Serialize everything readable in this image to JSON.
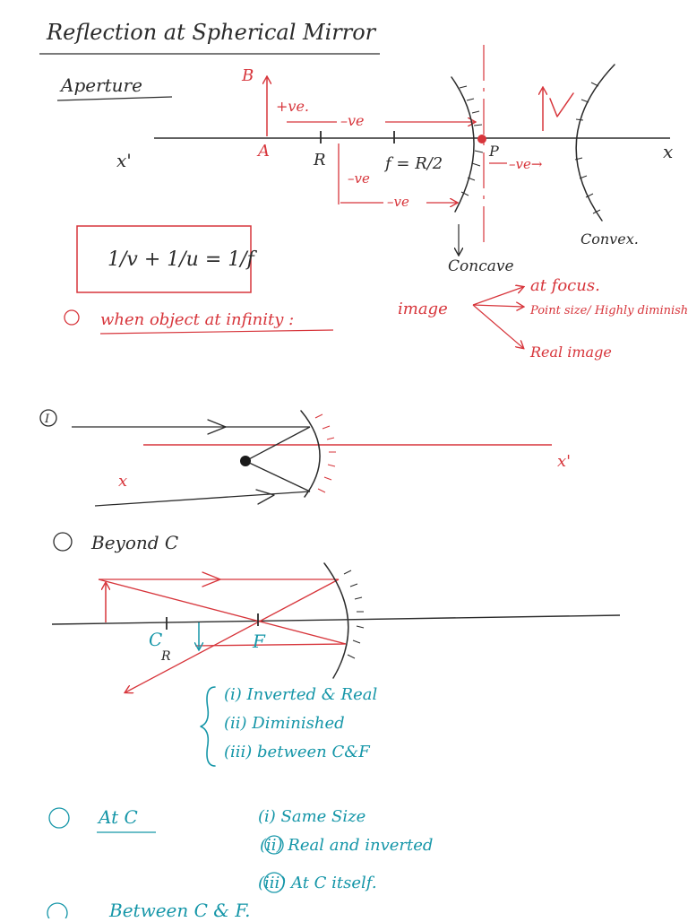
{
  "title": "Reflection at Spherical Mirror",
  "colors": {
    "black": "#2b2b2b",
    "red": "#d7353b",
    "teal": "#1596a8"
  },
  "section1": {
    "heading": "Aperture",
    "labels": {
      "B": "B",
      "A": "A",
      "x_prime": "x'",
      "x": "x",
      "R": "R",
      "f_eq": "f = R/2",
      "plus_ve": "+ve.",
      "minus_ve_top": "–ve",
      "minus_ve_down": "–ve",
      "minus_ve_low": "–ve",
      "P": "P",
      "minus_ve_right": "–ve→",
      "concave": "Concave",
      "convex": "Convex."
    },
    "formula": "1/v + 1/u = 1/f",
    "case1_title": "when object at infinity :",
    "image_word": "image",
    "image_props": [
      "at focus.",
      "Point size/ Highly diminish",
      "Real image"
    ]
  },
  "diagram1": {
    "num": "I",
    "left_label": "x",
    "right_label": "x'"
  },
  "section2": {
    "title": "Beyond C",
    "label_C": "C",
    "label_R": "R",
    "label_F": "F",
    "props": [
      "(i) Inverted & Real",
      "(ii) Diminished",
      "(iii) between C&F"
    ]
  },
  "section3": {
    "title": "At C",
    "props": [
      "(i) Same Size",
      "(ii) Real and inverted",
      "(iii) At C itself."
    ]
  },
  "section4": {
    "title": "Between C & F."
  }
}
